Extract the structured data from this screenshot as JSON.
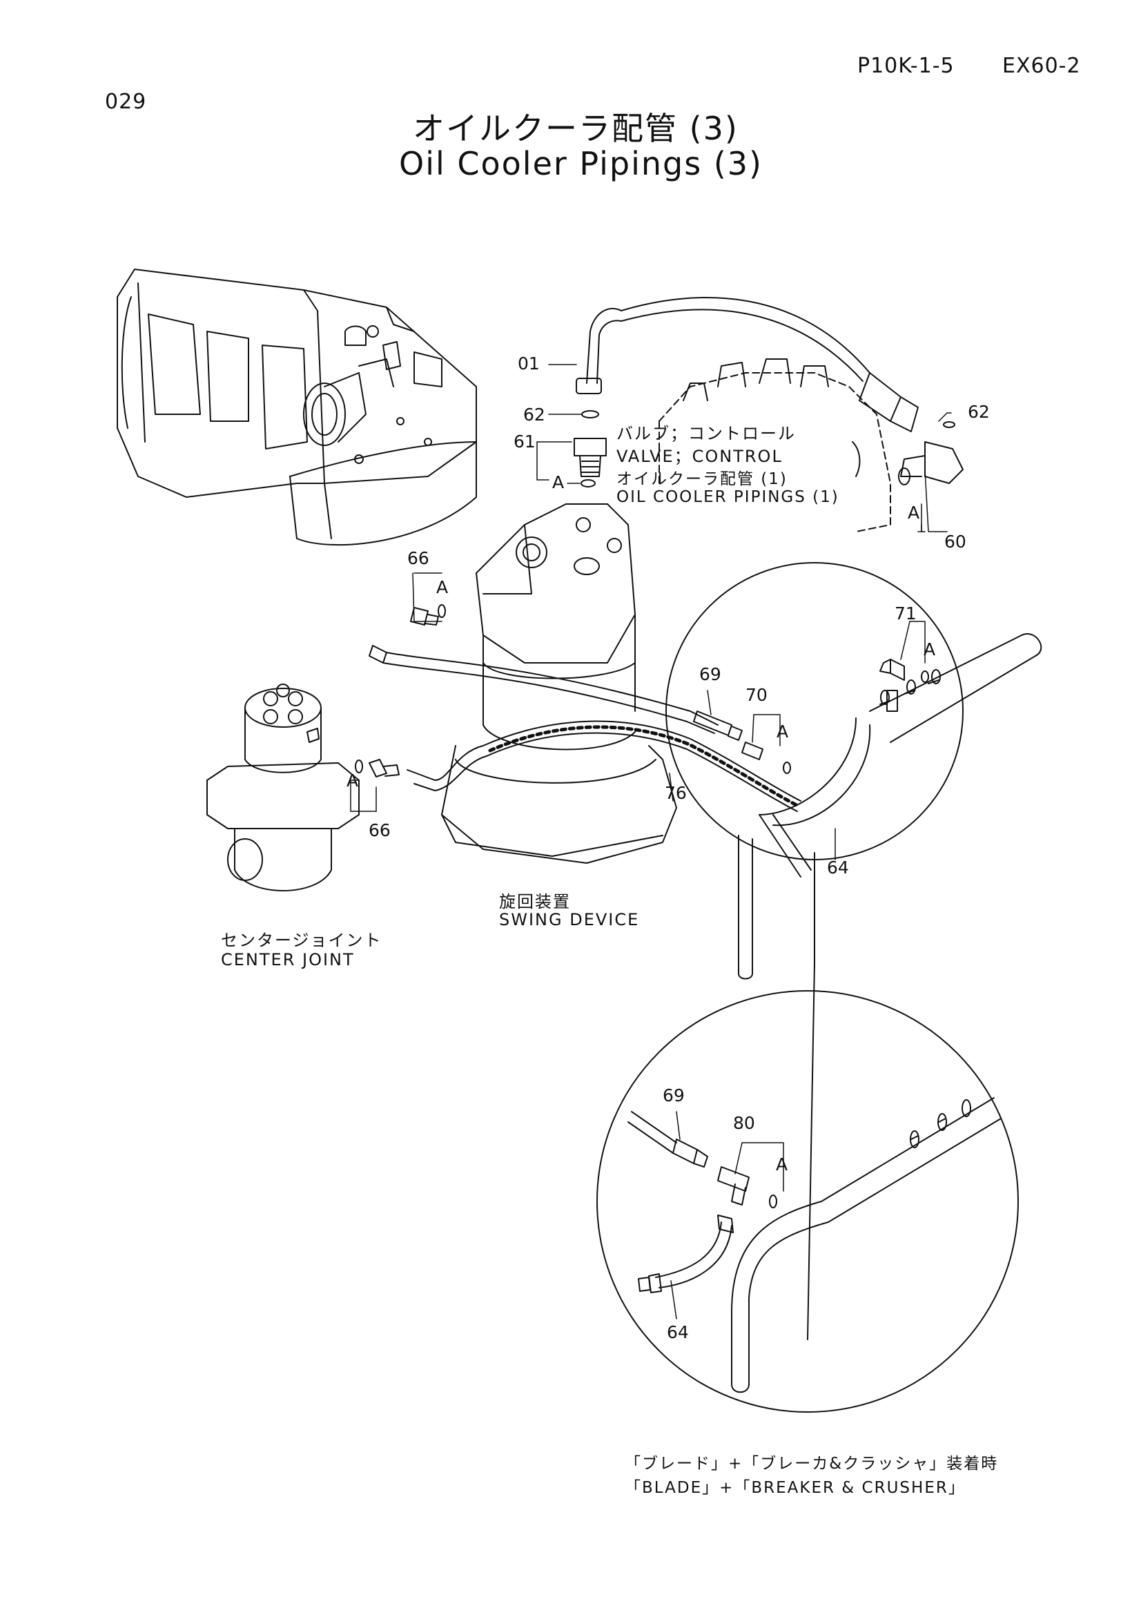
{
  "header": {
    "page_code": "P10K-1-5",
    "model": "EX60-2",
    "page_number": "029"
  },
  "title": {
    "japanese": "オイルクーラ配管 (3)",
    "english": "Oil Cooler Pipings (3)"
  },
  "callouts": {
    "c01": "01",
    "c62a": "62",
    "c62b": "62",
    "c61": "61",
    "c60": "60",
    "c66a": "66",
    "c66b": "66",
    "c69a": "69",
    "c69b": "69",
    "c70": "70",
    "c71": "71",
    "c76": "76",
    "c64a": "64",
    "c64b": "64",
    "c80": "80",
    "a": "A"
  },
  "labels": {
    "valve_jp": "バルブ；コントロール",
    "valve_en": "VALVE；CONTROL",
    "ocp_jp": "オイルクーラ配管 (1)",
    "ocp_en": "OIL COOLER PIPINGS (1)",
    "swing_jp": "旋回装置",
    "swing_en": "SWING DEVICE",
    "center_jp": "センタージョイント",
    "center_en": "CENTER JOINT",
    "option_jp": "「ブレード」+「ブレーカ&クラッシャ」装着時",
    "option_en": "「BLADE」+「BREAKER & CRUSHER」"
  },
  "colors": {
    "ink": "#111111",
    "paper": "#ffffff"
  }
}
